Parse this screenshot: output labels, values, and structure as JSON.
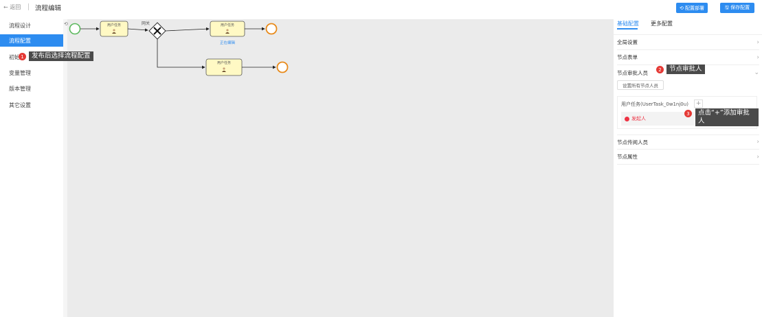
{
  "header": {
    "back_label": "← 返回",
    "title": "流程编辑",
    "deploy_label": "⟲ 配置部署",
    "save_label": "🖫 保存配置"
  },
  "sidebar": {
    "items": [
      {
        "label": "流程设计",
        "active": false
      },
      {
        "label": "流程配置",
        "active": true
      },
      {
        "label": "初始化",
        "active": false
      },
      {
        "label": "变量管理",
        "active": false
      },
      {
        "label": "版本管理",
        "active": false
      },
      {
        "label": "其它设置",
        "active": false
      }
    ]
  },
  "diagram": {
    "tasks": [
      "用户任务",
      "用户任务",
      "用户任务"
    ],
    "gateway_label": "网关",
    "editing_label": "正在编辑",
    "side_icon": "⟲"
  },
  "panel": {
    "tabs": [
      "基础配置",
      "更多配置"
    ],
    "sections": {
      "global": "全局设置",
      "form": "节点表单",
      "approvers": "节点审批人员",
      "cc": "节点传阅人员",
      "props": "节点属性"
    },
    "set_all_label": "设置所有节点人员",
    "task_name": "用户任务(UserTask_0w1nj0u)",
    "plus": "+",
    "assignee": "发起人"
  },
  "tips": [
    {
      "num": "1",
      "text": "发布后选择流程配置"
    },
    {
      "num": "2",
      "text": "节点审批人"
    },
    {
      "num": "3",
      "text": "点击“+”添加审批人"
    }
  ],
  "colors": {
    "accent": "#2d8cf0",
    "start": "#5bb85d",
    "end": "#e88a1a",
    "task": "#fff9c4",
    "badge": "#e53935"
  }
}
